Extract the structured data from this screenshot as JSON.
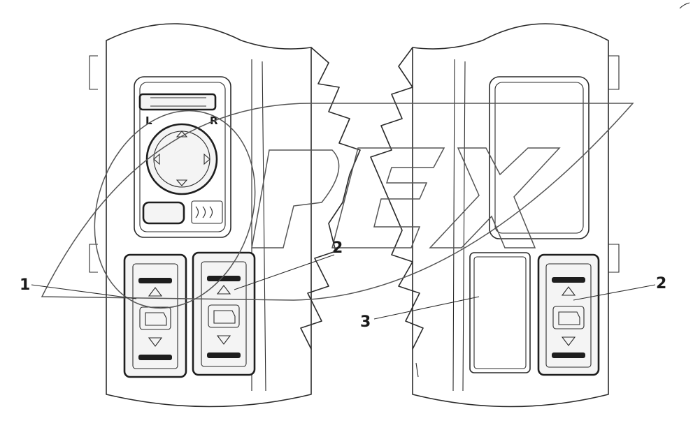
{
  "diagram": {
    "mirror_labels": {
      "left": "L",
      "right": "R"
    },
    "watermark": "OPEX",
    "callouts": [
      {
        "id": "c1",
        "label": "1"
      },
      {
        "id": "c2a",
        "label": "2"
      },
      {
        "id": "c2b",
        "label": "2"
      },
      {
        "id": "c3",
        "label": "3"
      }
    ]
  }
}
